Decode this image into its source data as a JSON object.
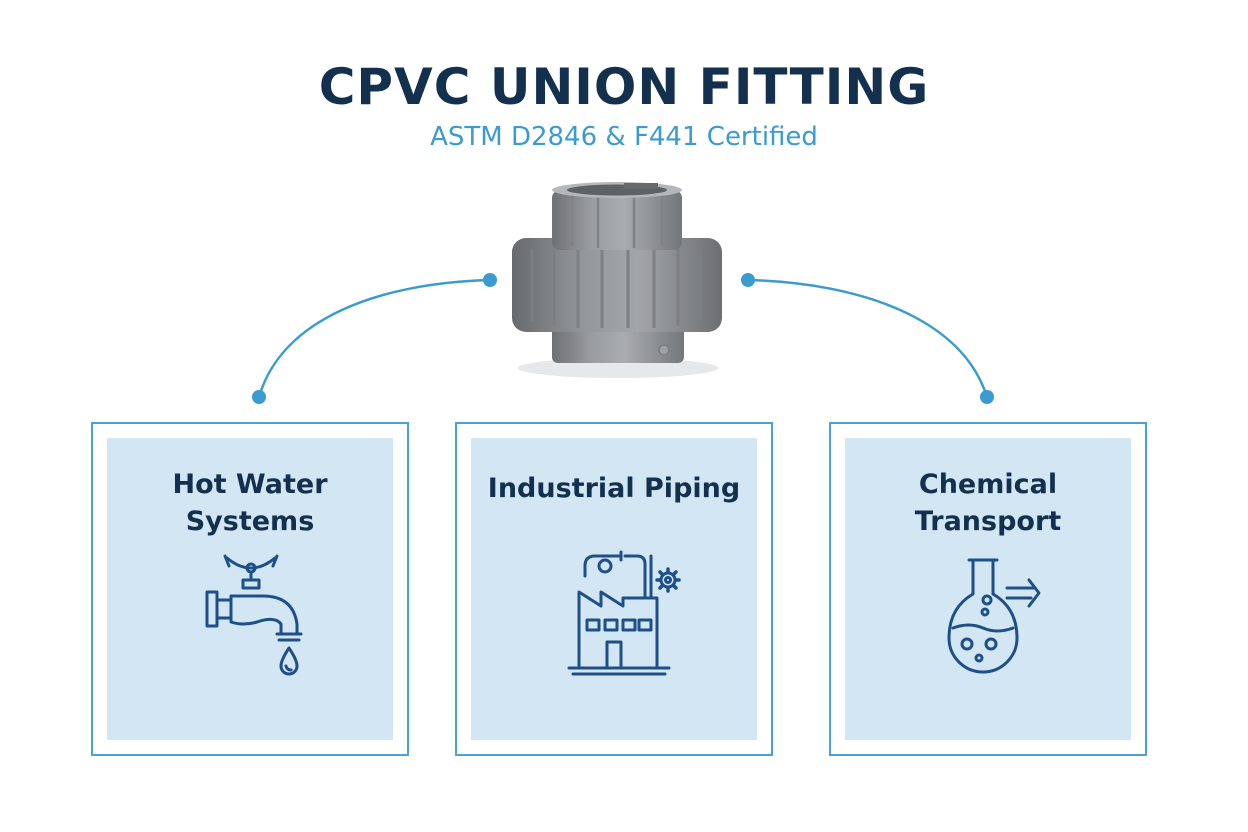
{
  "header": {
    "title": "CPVC UNION FITTING",
    "subtitle": "ASTM D2846 & F441 Certified"
  },
  "applications": [
    {
      "label_line1": "Hot Water",
      "label_line2": "Systems",
      "icon": "faucet-icon"
    },
    {
      "label_line1": "Industrial Piping",
      "icon": "factory-icon"
    },
    {
      "label_line1": "Chemical",
      "label_line2": "Transport",
      "icon": "flask-icon"
    }
  ],
  "colors": {
    "title": "#14304f",
    "accent": "#3a9bd0",
    "card_fill": "#d3e6f4",
    "fitting_gray": "#8a8d90"
  },
  "images": {
    "product": "cpvc-union-fitting-image"
  }
}
